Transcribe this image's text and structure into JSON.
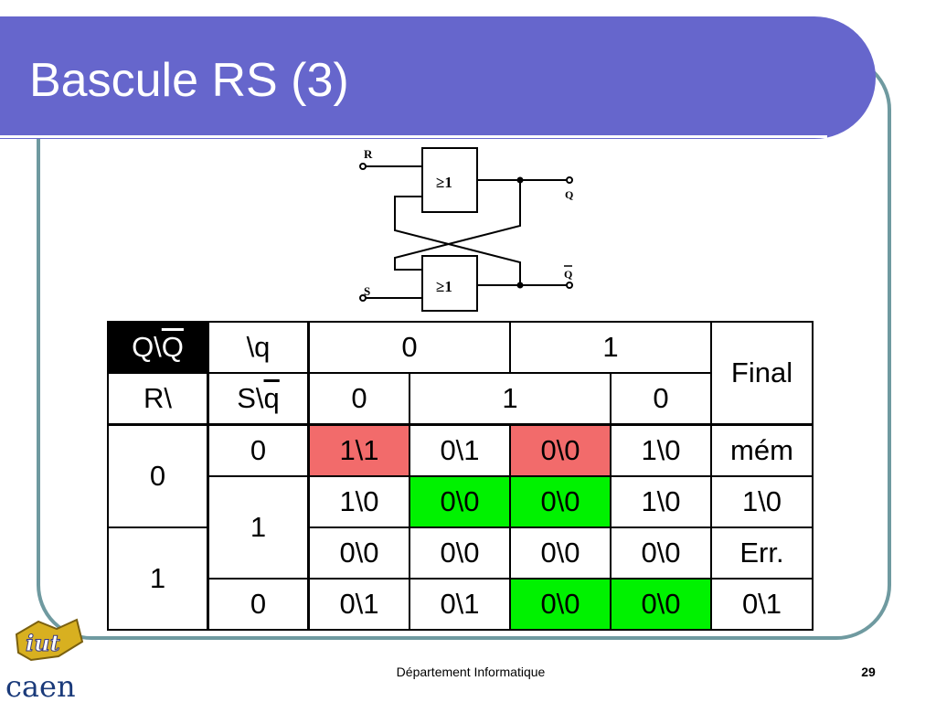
{
  "slide": {
    "title": "Bascule RS (3)",
    "footer": "Département Informatique",
    "page_number": "29"
  },
  "circuit": {
    "input_r": "R",
    "input_s": "S",
    "gate_top": "≥1",
    "gate_bottom": "≥1",
    "output_q": "Q",
    "output_qbar": "Q"
  },
  "table": {
    "header1": {
      "qq_prefix": "Q\\",
      "qq_bar": "Q",
      "q": "\\q",
      "zero": "0",
      "one": "1",
      "final": "Final"
    },
    "header2": {
      "r": "R\\",
      "sq_prefix": "S\\",
      "sq_bar": "q",
      "c0": "0",
      "c1": "1",
      "c2": "0"
    },
    "rows": [
      {
        "r": "0",
        "s": "0",
        "cells": [
          "1\\1",
          "0\\1",
          "0\\0",
          "1\\0"
        ],
        "final": "mém"
      },
      {
        "r": "",
        "s": "1",
        "cells": [
          "1\\0",
          "0\\0",
          "0\\0",
          "1\\0"
        ],
        "final": "1\\0"
      },
      {
        "r": "1",
        "s": "",
        "cells": [
          "0\\0",
          "0\\0",
          "0\\0",
          "0\\0"
        ],
        "final": "Err."
      },
      {
        "r": "",
        "s": "0",
        "cells": [
          "0\\1",
          "0\\1",
          "0\\0",
          "0\\0"
        ],
        "final": "0\\1"
      }
    ]
  },
  "logo": {
    "top_text": "iut",
    "bottom_text": "caen"
  },
  "colors": {
    "header": "#6666cc",
    "frame": "#6f9aa0",
    "red": "#f26b6b",
    "green": "#00f200"
  }
}
